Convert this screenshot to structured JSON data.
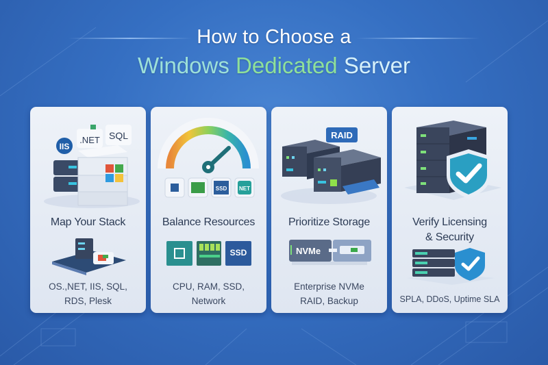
{
  "header": {
    "line1": "How to Choose a",
    "line2_part1": "Windows",
    "line2_part2": "Dedicated",
    "line2_part3": "Server"
  },
  "colors": {
    "background": "#356fc2",
    "card": "#e9eef6",
    "title_teal": "#9de0d9",
    "title_green": "#8fe09a",
    "heading_text": "#2c3b55"
  },
  "cards": [
    {
      "heading": "Map Your Stack",
      "description_line1": "OS.,NET, IIS, SQL,",
      "description_line2": "RDS, Plesk",
      "illustration": {
        "labels": [
          "IIS",
          ".NET",
          "SQL"
        ],
        "icons": [
          "server-stack-icon",
          "windows-logo-icon",
          "iis-badge-icon",
          "dotnet-badge-icon",
          "sql-badge-icon"
        ]
      },
      "mini_icon": "server-platform-icon"
    },
    {
      "heading": "Balance Resources",
      "description_line1": "CPU, RAM, SSD,",
      "description_line2": "Network",
      "illustration": {
        "labels": [
          "SSD",
          "NET"
        ],
        "icons": [
          "speedometer-gauge-icon",
          "cpu-chip-icon",
          "ram-module-icon",
          "ssd-icon",
          "network-icon"
        ]
      },
      "mini_labels": [
        "SSD"
      ],
      "mini_icon": "resource-tiles-icon"
    },
    {
      "heading": "Prioritize Storage",
      "description_line1": "Enterprise NVMe",
      "description_line2": "RAID, Backup",
      "illustration": {
        "labels": [
          "RAID"
        ],
        "icons": [
          "raid-servers-icon"
        ]
      },
      "mini_labels": [
        "NVMe"
      ],
      "mini_icon": "nvme-drive-icon"
    },
    {
      "heading_line1": "Verify Licensing",
      "heading_line2": "& Security",
      "description_line1": "SPLA, DDoS, Uptime SLA",
      "illustration": {
        "icons": [
          "server-tower-icon",
          "shield-check-icon"
        ]
      },
      "mini_icon": "server-shield-icon"
    }
  ]
}
